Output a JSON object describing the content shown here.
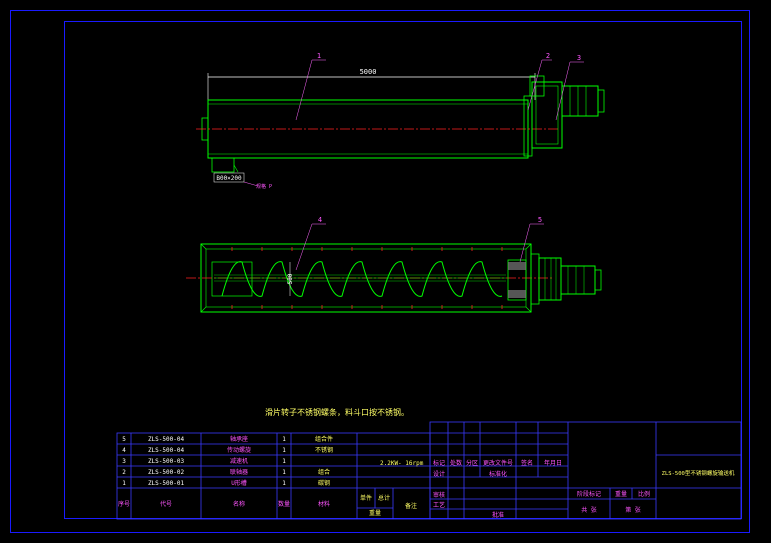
{
  "colors": {
    "background": "#000000",
    "frame": "#1a1aff",
    "table": "#3a3aff",
    "part": "#00ff00",
    "centerline": "#ff2020",
    "dimension": "#ffffff",
    "leader": "#ff66ff",
    "note": "#ffff66",
    "table_text_magenta": "#ff55ff",
    "table_text_yellow": "#ffff66"
  },
  "top_view": {
    "length_dim": "5000",
    "inlet_label": "B00×200",
    "inlet_note": "规格 P"
  },
  "front_view": {
    "section_dim": "500"
  },
  "balloons": [
    "1",
    "2",
    "3",
    "4",
    "5"
  ],
  "note": "滑片转子不锈钢螺条，料斗口按不锈钢。",
  "bom": {
    "header": {
      "seq": "序号",
      "code": "代号",
      "name": "名称",
      "qty": "数量",
      "material": "材料",
      "unit_w": "单件",
      "total_w": "总计",
      "weight": "重量",
      "remark": "备注"
    },
    "rows": [
      {
        "seq": "5",
        "code": "ZLS-500-04",
        "name": "轴承座",
        "qty": "1",
        "material": "组合件"
      },
      {
        "seq": "4",
        "code": "ZLS-500-04",
        "name": "传动螺旋",
        "qty": "1",
        "material": "不锈钢"
      },
      {
        "seq": "3",
        "code": "ZLS-500-03",
        "name": "减速机",
        "qty": "1",
        "material": ""
      },
      {
        "seq": "2",
        "code": "ZLS-500-02",
        "name": "联轴器",
        "qty": "1",
        "material": "组合"
      },
      {
        "seq": "1",
        "code": "ZLS-500-01",
        "name": "U形槽",
        "qty": "1",
        "material": "碳钢"
      }
    ]
  },
  "title_block": {
    "motor": "2.2KW- 16rpm",
    "revision_headers": [
      "标记",
      "处数",
      "分区",
      "更改文件号",
      "签名",
      "年月日"
    ],
    "designer": "设计",
    "standardization": "标准化",
    "checker": "审核",
    "process": "工艺",
    "approve": "批准",
    "stage_label": "阶段标记",
    "weight_label": "重量",
    "scale_label": "比例",
    "sheets_label": "共  张",
    "sheet_label": "第  张",
    "drawing_title": "ZLS-500型不锈钢螺旋输送机"
  }
}
